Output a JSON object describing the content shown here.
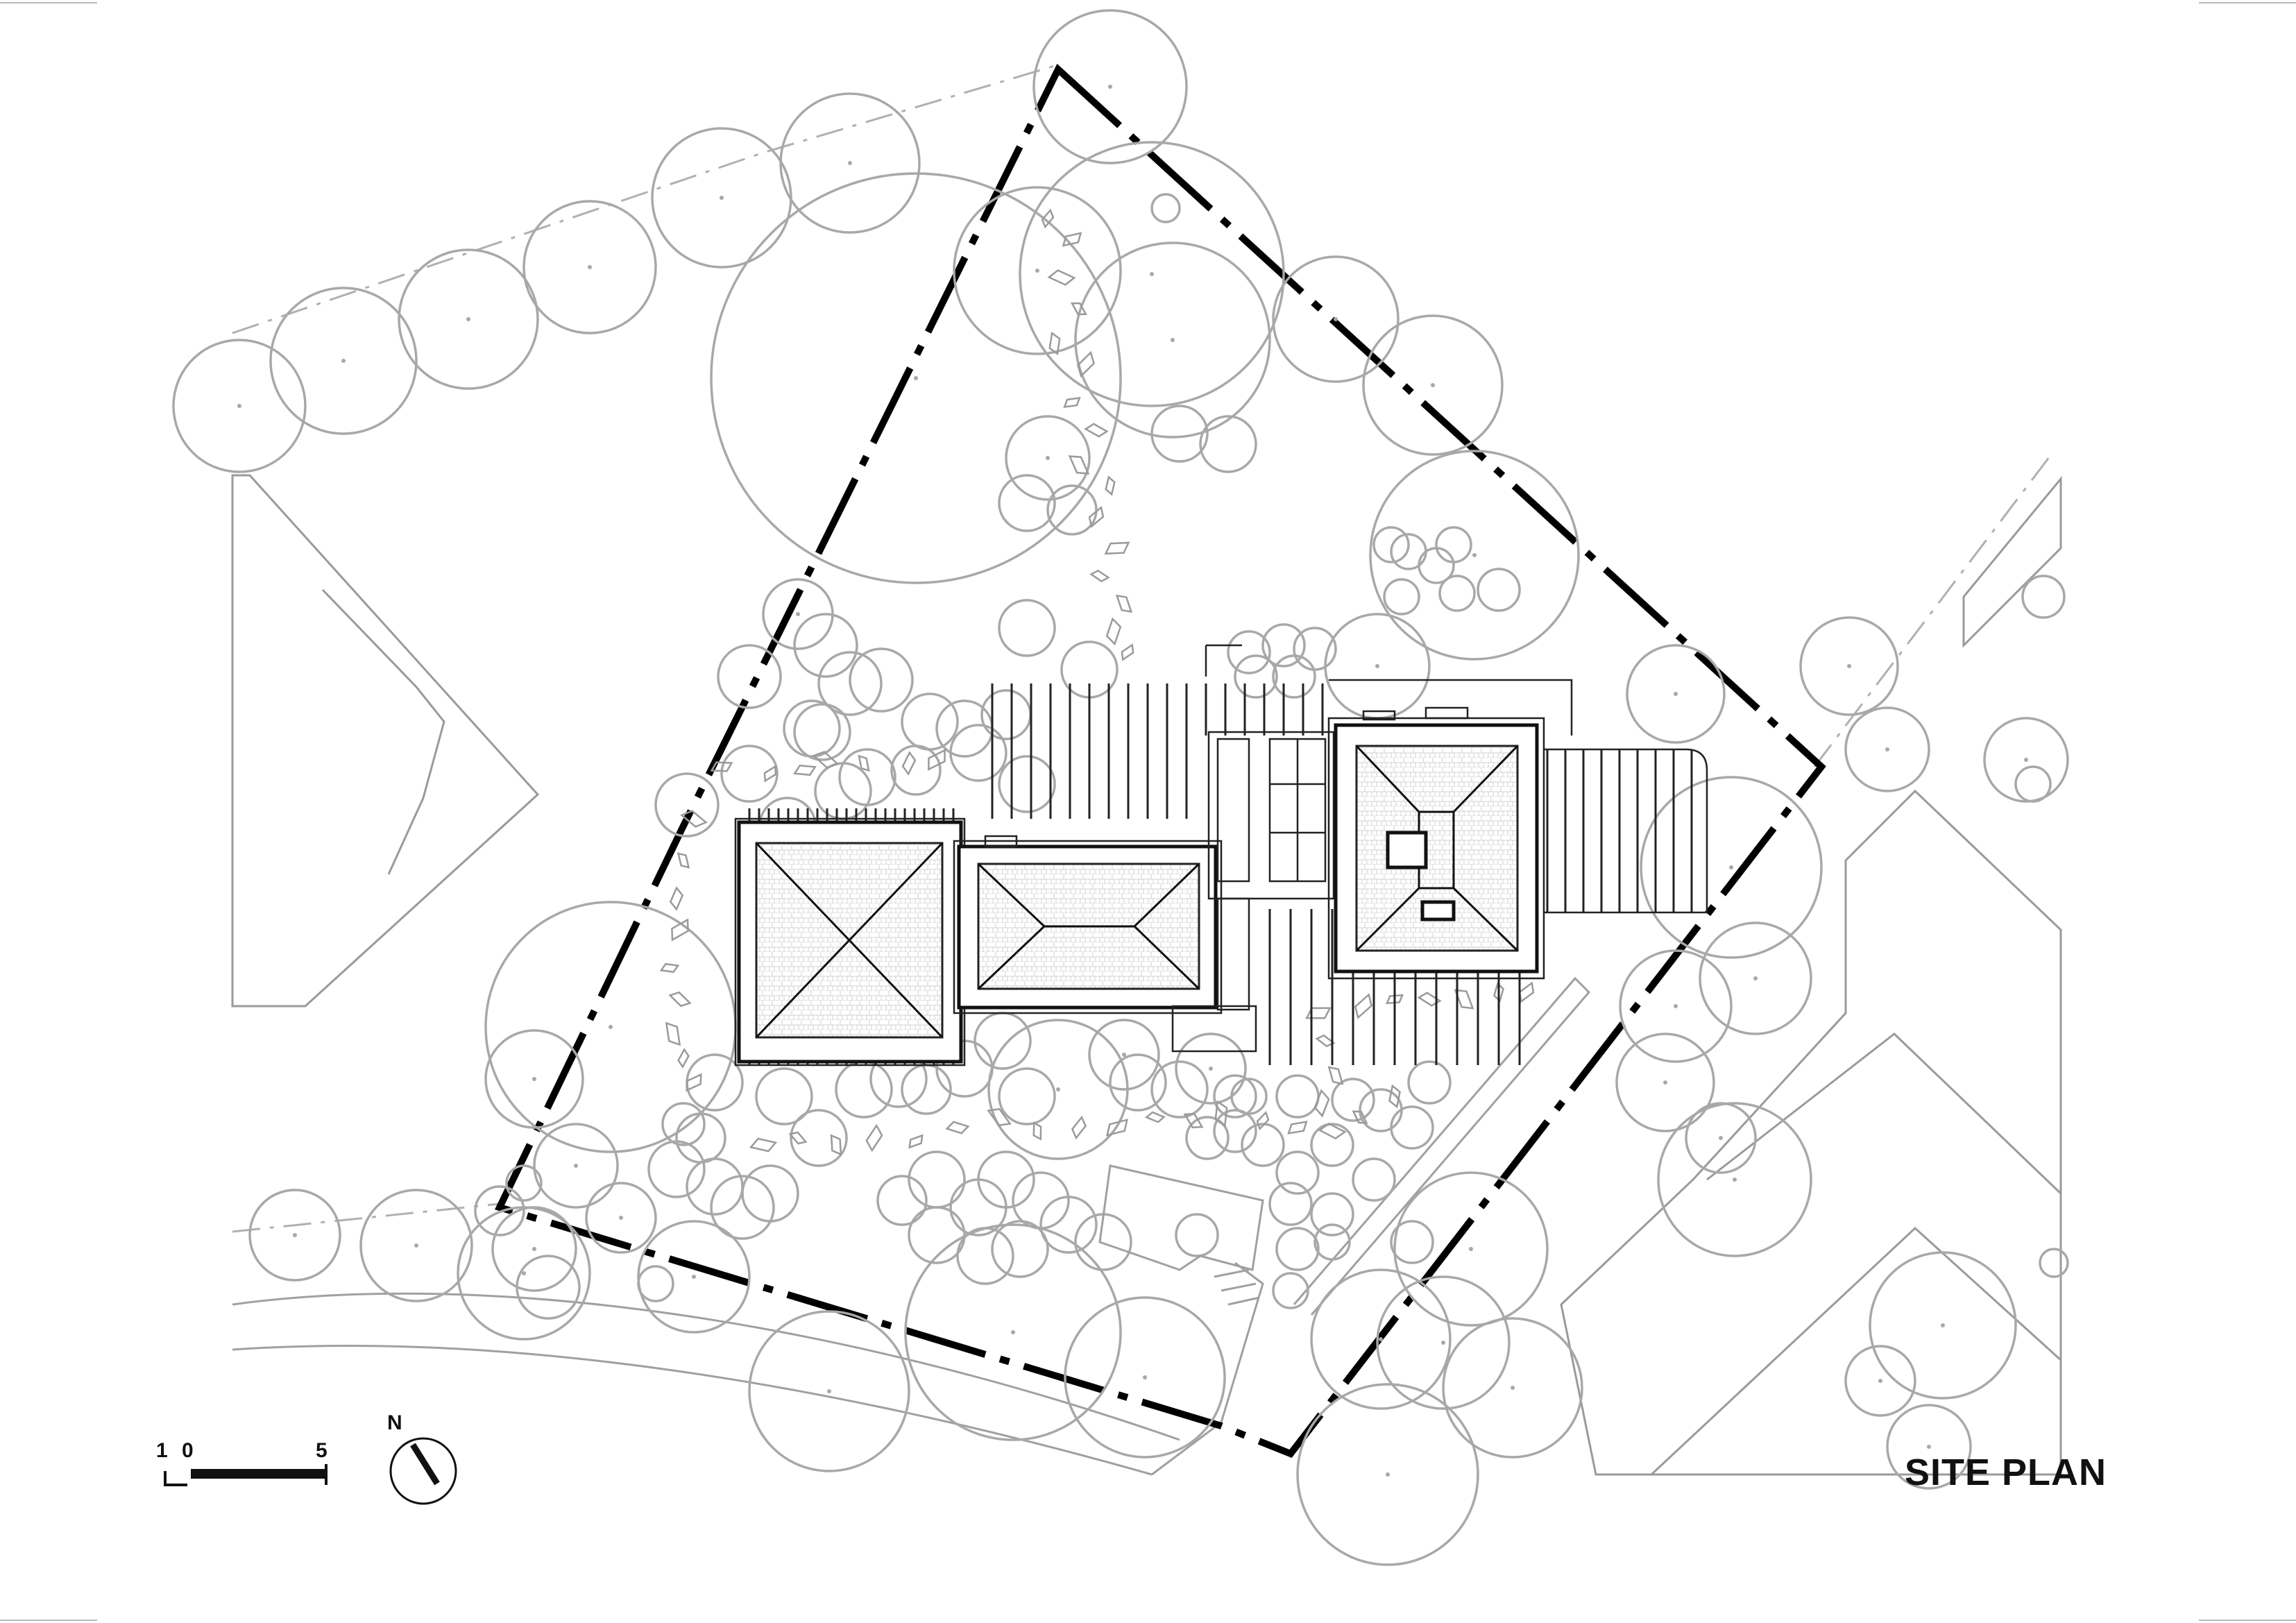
{
  "drawing": {
    "title": "SITE PLAN",
    "north_label": "N",
    "scale_bar": {
      "labels": [
        "1",
        "0",
        "5"
      ]
    }
  },
  "colors": {
    "boundary": "#000000",
    "trees": "#a8a8a8",
    "buildings": "#111111",
    "hatch": "#9a9a9a"
  },
  "icons": {
    "north_arrow": "north-arrow-icon",
    "scale_bar": "scale-bar-icon"
  }
}
